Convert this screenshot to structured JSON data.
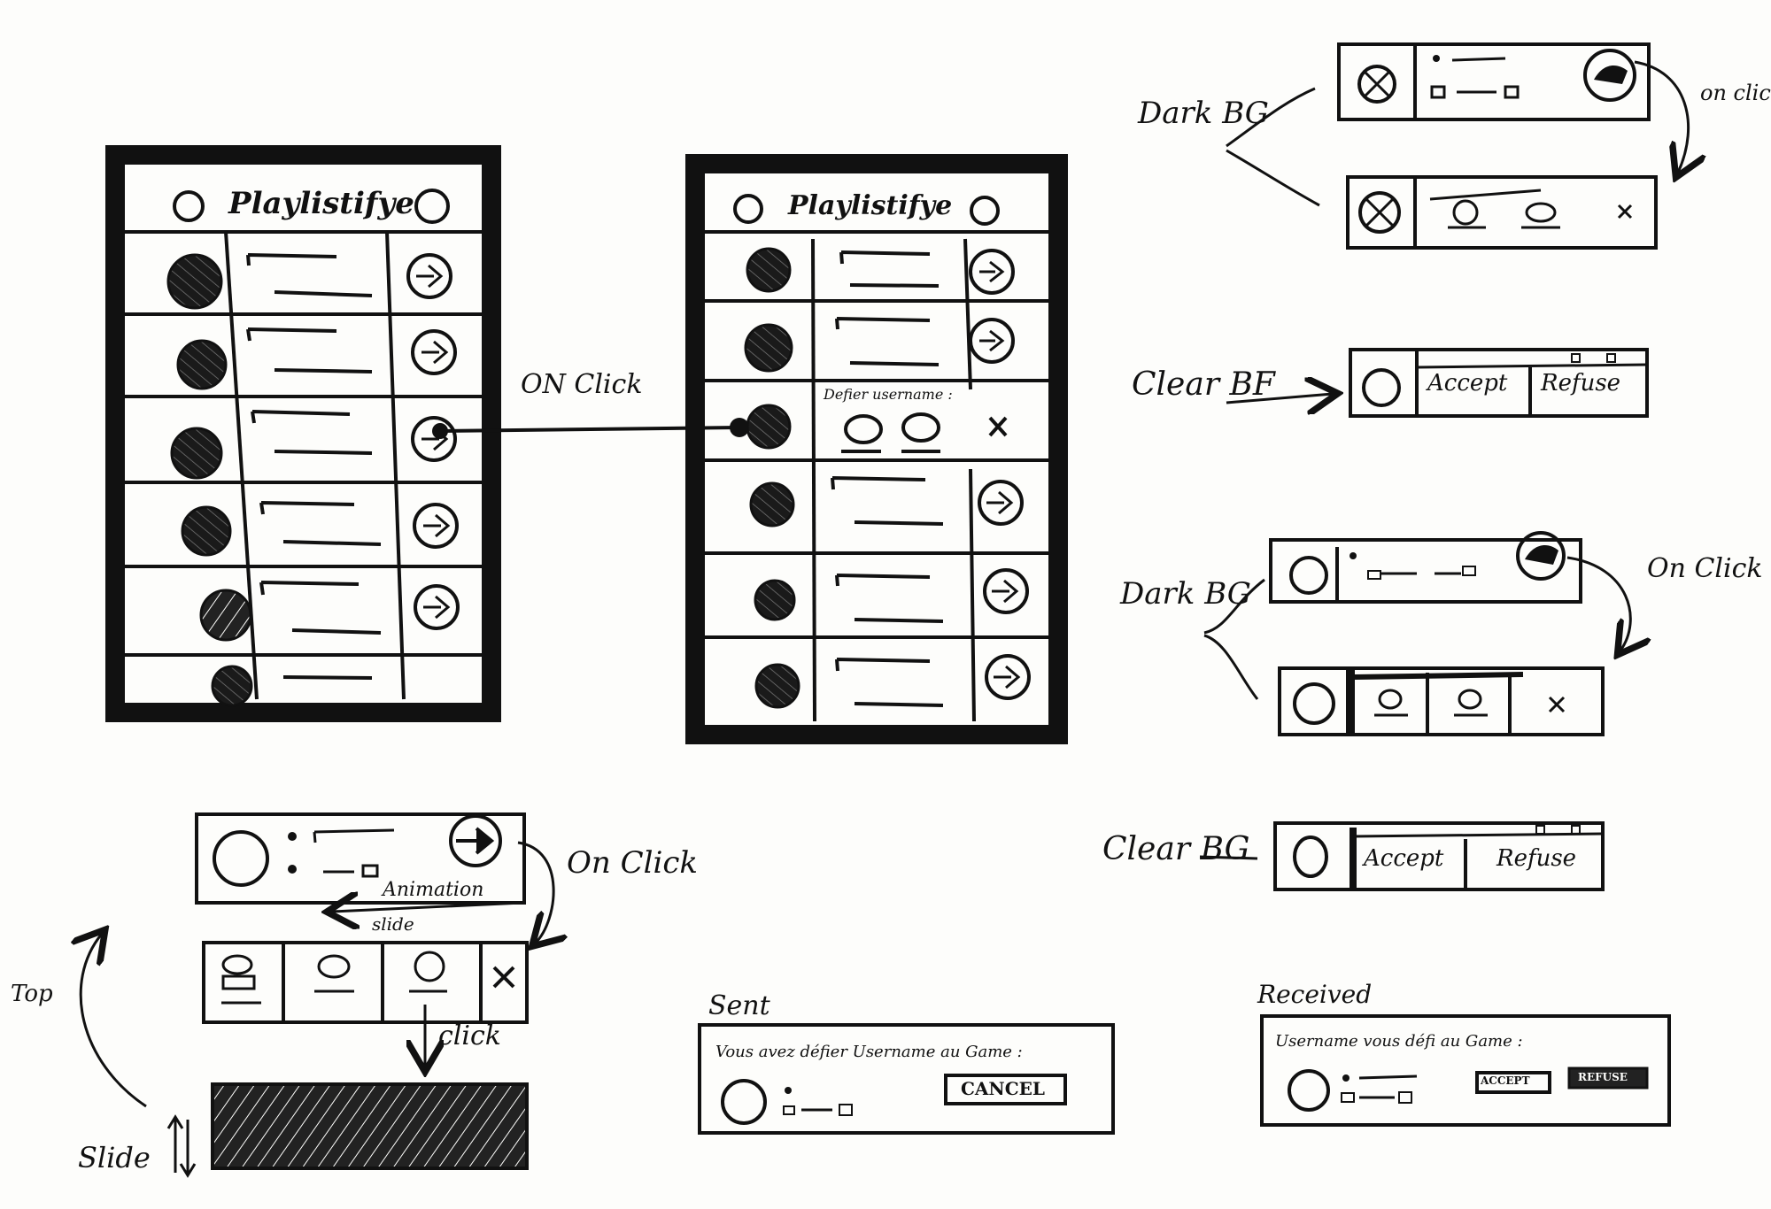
{
  "phones": {
    "left": {
      "title": "Playlistifye"
    },
    "right": {
      "title": "Playlistifye",
      "inline_prompt": "Defier username :"
    }
  },
  "connectors": {
    "main_click": "ON Click",
    "on_click": "On Click",
    "on_click_top": "on click",
    "on_click_mid": "On Click",
    "animation": "Animation",
    "slide": "slide",
    "click": "click",
    "top": "Top",
    "slide_vertical": "Slide"
  },
  "variants": {
    "dark_bg_1": "Dark BG",
    "clear_bf": "Clear BF",
    "dark_bg_2": "Dark BG",
    "clear_bg": "Clear BG",
    "accept": "Accept",
    "refuse": "Refuse"
  },
  "sent": {
    "heading": "Sent",
    "message": "Vous avez défier Username au Game :",
    "cancel": "CANCEL"
  },
  "received": {
    "heading": "Received",
    "message": "Username vous défi au Game :",
    "accept": "ACCEPT",
    "refuse": "REFUSE"
  }
}
